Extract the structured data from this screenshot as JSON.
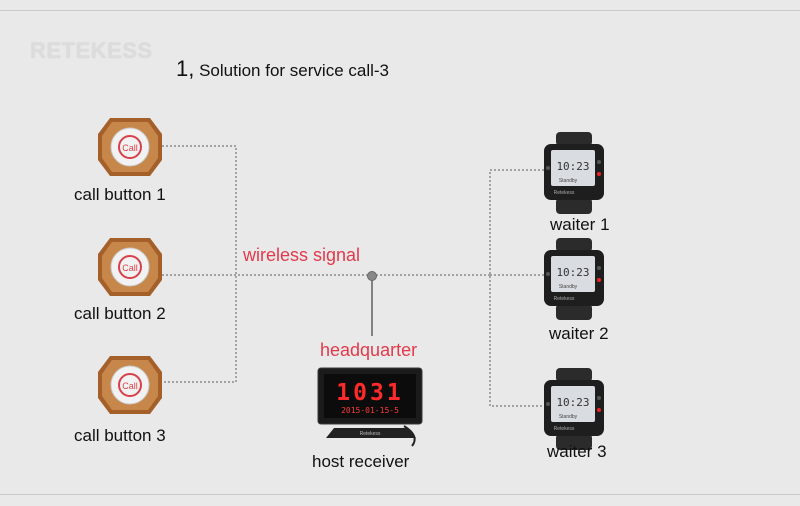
{
  "brand": {
    "logo_text": "RETEKESS"
  },
  "title": {
    "number": "1,",
    "text": " Solution for service call-3"
  },
  "call_buttons": [
    {
      "label": "call button 1",
      "icon_text": "Call"
    },
    {
      "label": "call button 2",
      "icon_text": "Call"
    },
    {
      "label": "call button 3",
      "icon_text": "Call"
    }
  ],
  "signal": {
    "label": "wireless signal"
  },
  "headquarter": {
    "label": "headquarter",
    "receiver_label": "host receiver",
    "display_number": "1031",
    "display_date": "2015-01-15-5",
    "brand_on_stand": "Retekess"
  },
  "waiters": [
    {
      "label": "waiter 1",
      "screen_time": "10:23",
      "screen_text": "Standby",
      "strap_brand": "Retekess"
    },
    {
      "label": "waiter 2",
      "screen_time": "10:23",
      "screen_text": "Standby",
      "strap_brand": "Retekess"
    },
    {
      "label": "waiter 3",
      "screen_time": "10:23",
      "screen_text": "Standby",
      "strap_brand": "Retekess"
    }
  ],
  "colors": {
    "background": "#e9e9e9",
    "accent_red": "#e23a4c",
    "button_brown": "#b2692f",
    "line": "#777777",
    "led_red": "#ff2a2a"
  }
}
